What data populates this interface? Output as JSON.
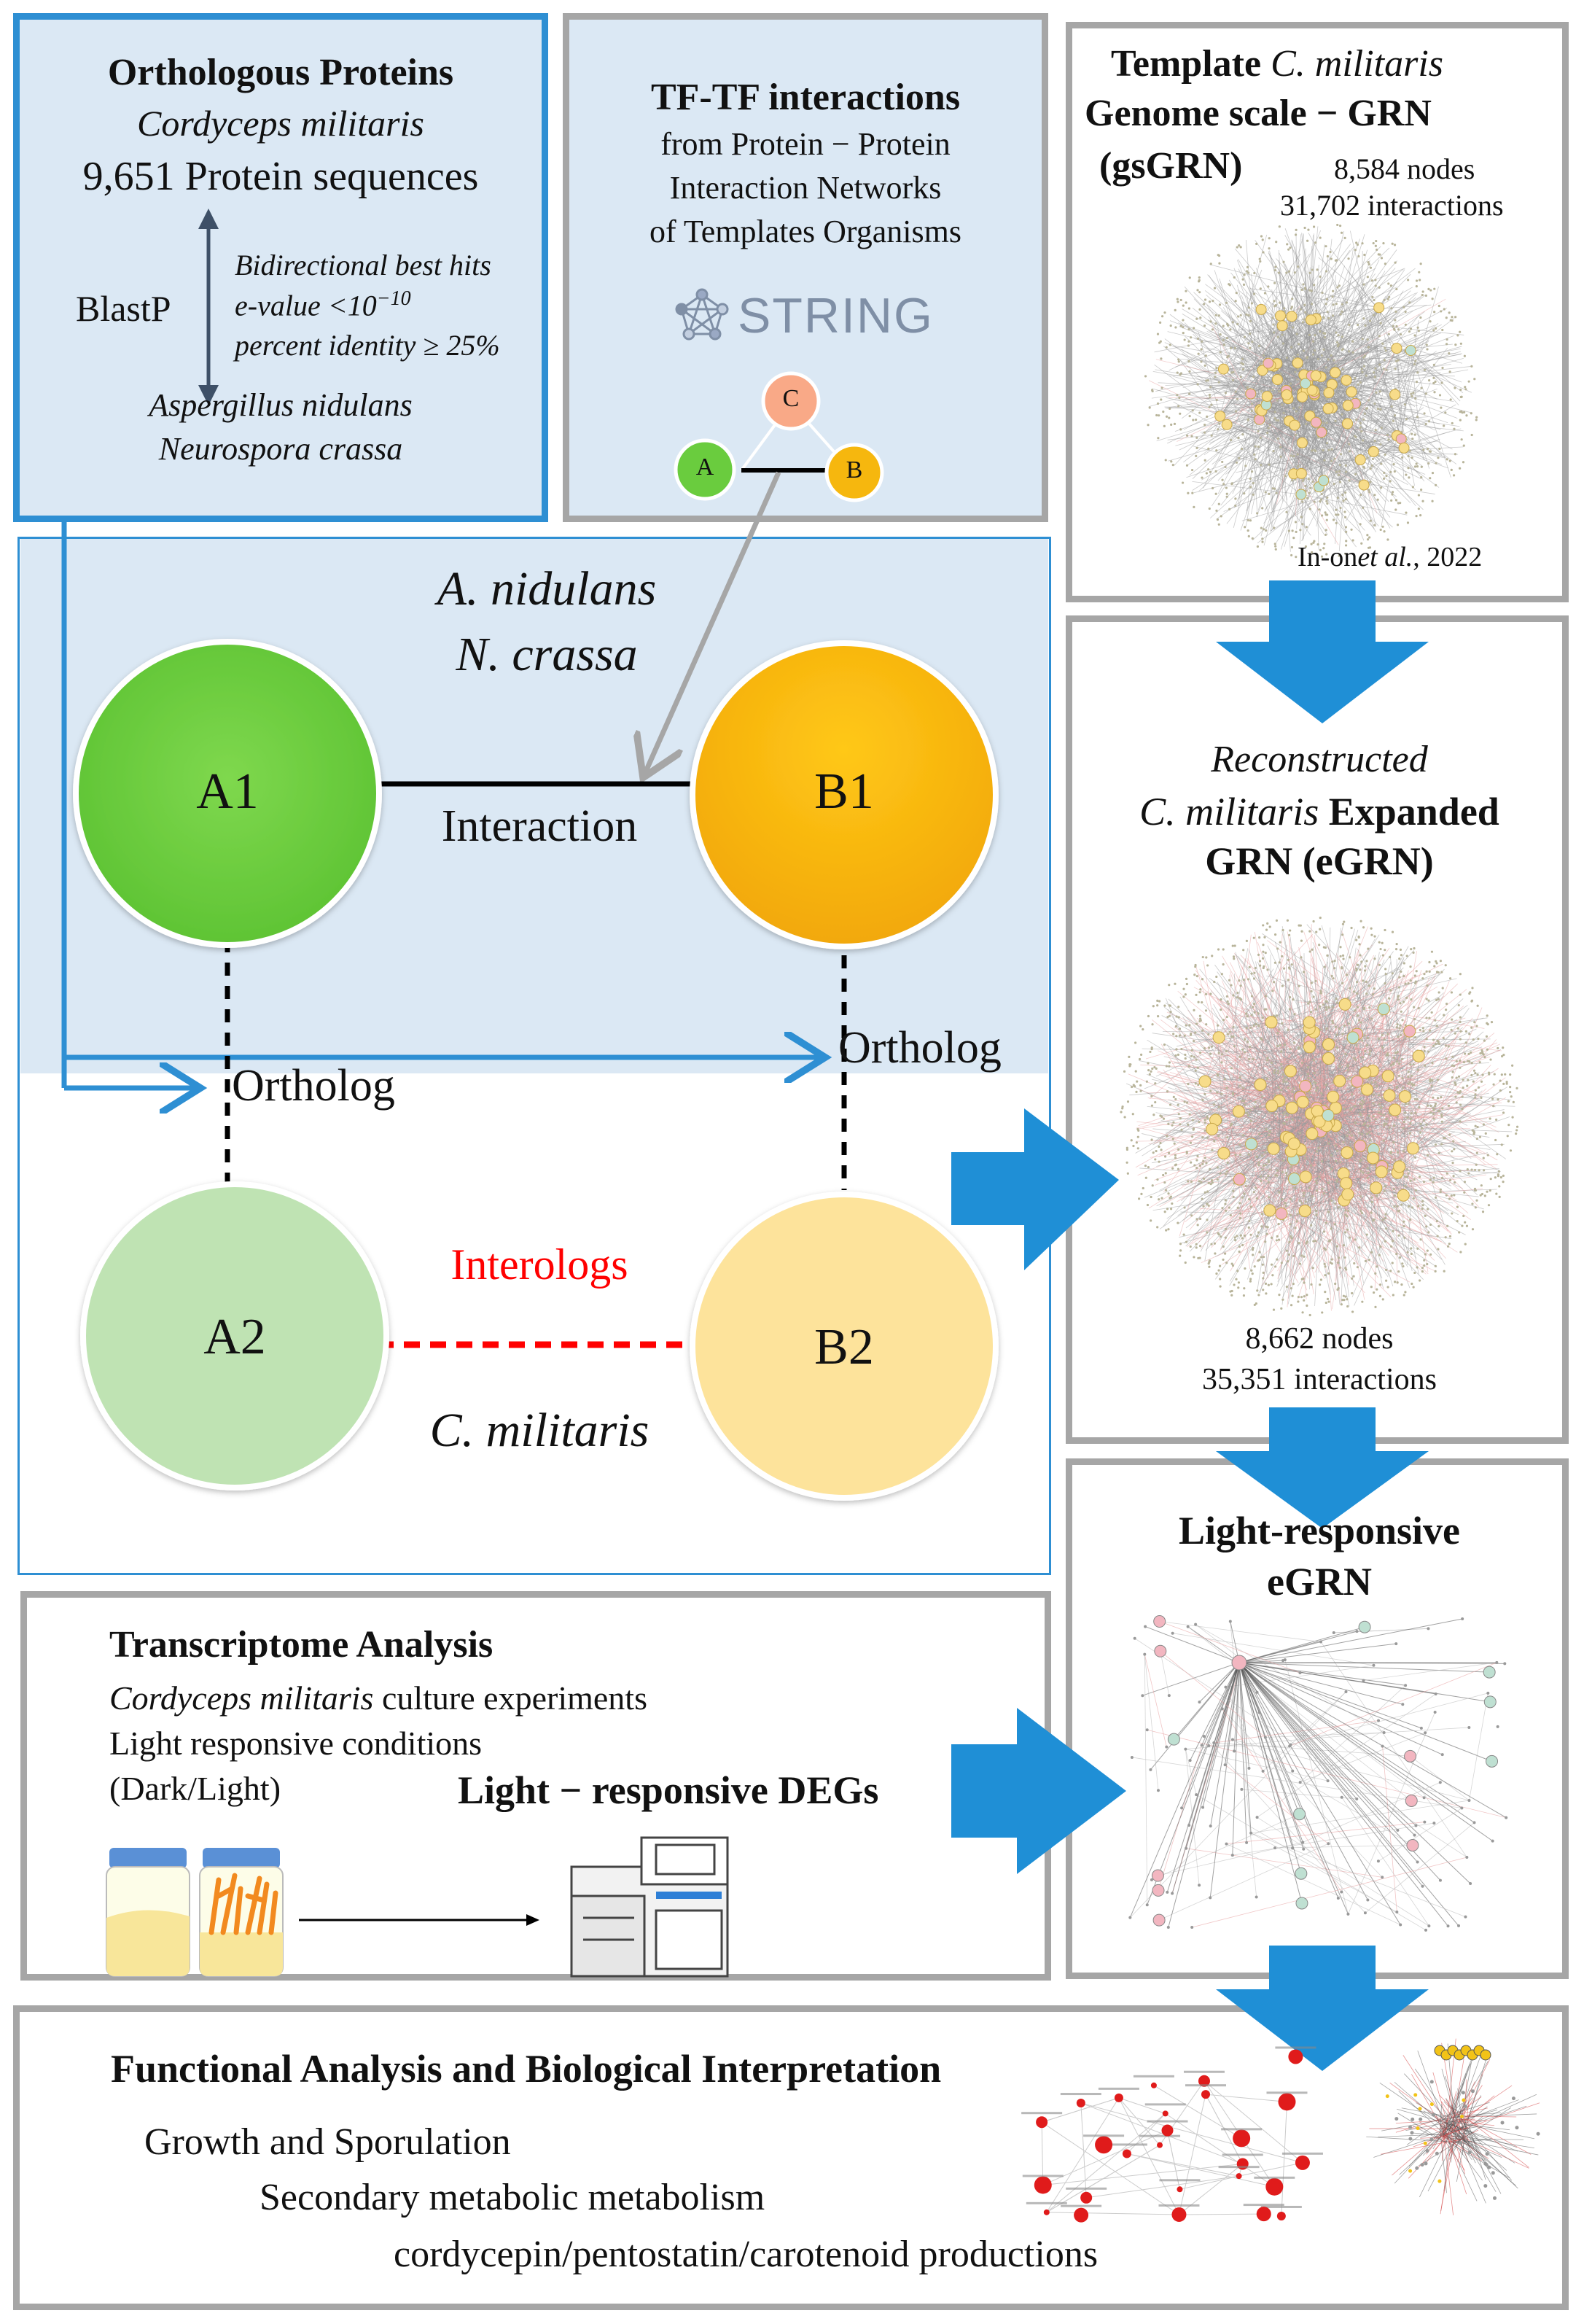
{
  "ortho": {
    "title": "Orthologous Proteins",
    "organism": "Cordyceps militaris",
    "count": "9,651 Protein sequences",
    "method": "BlastP",
    "crit1": "Bidirectional best hits",
    "crit2_prefix": "e-value <10",
    "crit2_exp": "−10",
    "crit3": "percent identity ≥ 25%",
    "tmpl1": "Aspergillus nidulans",
    "tmpl2": "Neurospora crassa"
  },
  "tftf": {
    "title": "TF-TF interactions",
    "line1": "from Protein − Protein",
    "line2": "Interaction Networks",
    "line3": "of Templates Organisms",
    "string_logo": "STRING",
    "nodes": [
      "C",
      "A",
      "B"
    ]
  },
  "template": {
    "title_prefix": "Template",
    "title_species": "C. militaris",
    "title2": "Genome scale − GRN",
    "title3": "(gsGRN)",
    "nodes": "8,584 nodes",
    "interactions": "31,702 interactions",
    "citation_author": "In-on",
    "citation_etal": "et al.",
    "citation_year": ", 2022"
  },
  "center": {
    "templates_line1": "A. nidulans",
    "templates_line2": "N. crassa",
    "node_a1": "A1",
    "node_b1": "B1",
    "interaction": "Interaction",
    "ortholog_left": "Ortholog",
    "ortholog_right": "Ortholog",
    "node_a2": "A2",
    "node_b2": "B2",
    "interologs": "Interologs",
    "target": "C. militaris"
  },
  "egrn": {
    "line1": "Reconstructed",
    "line2_species": "C. militaris",
    "line2_rest": "Expanded",
    "line3": "GRN (eGRN)",
    "nodes": "8,662 nodes",
    "interactions": "35,351 interactions"
  },
  "light": {
    "title1": "Light-responsive",
    "title2": "eGRN"
  },
  "transcriptome": {
    "title": "Transcriptome Analysis",
    "line1_species": "Cordyceps militaris",
    "line1_rest": "culture experiments",
    "line2": "Light responsive conditions",
    "line3": "(Dark/Light)",
    "degs": "Light − responsive DEGs"
  },
  "functional": {
    "title": "Functional Analysis and Biological Interpretation",
    "item1": "Growth and Sporulation",
    "item2": "Secondary metabolic metabolism",
    "item3": "cordycepin/pentostatin/carotenoid productions"
  },
  "colors": {
    "panel_fill": "#dbe8f4",
    "grey_border": "#a6a6a6",
    "blue_border": "#2e8fd3",
    "arrow_blue": "#1f8fd6",
    "green_node": "#6acc3e",
    "orange_node": "#f6b70e",
    "light_green_node": "#bfe3b3",
    "light_orange_node": "#fde39b",
    "red_dash": "#ff0000"
  }
}
